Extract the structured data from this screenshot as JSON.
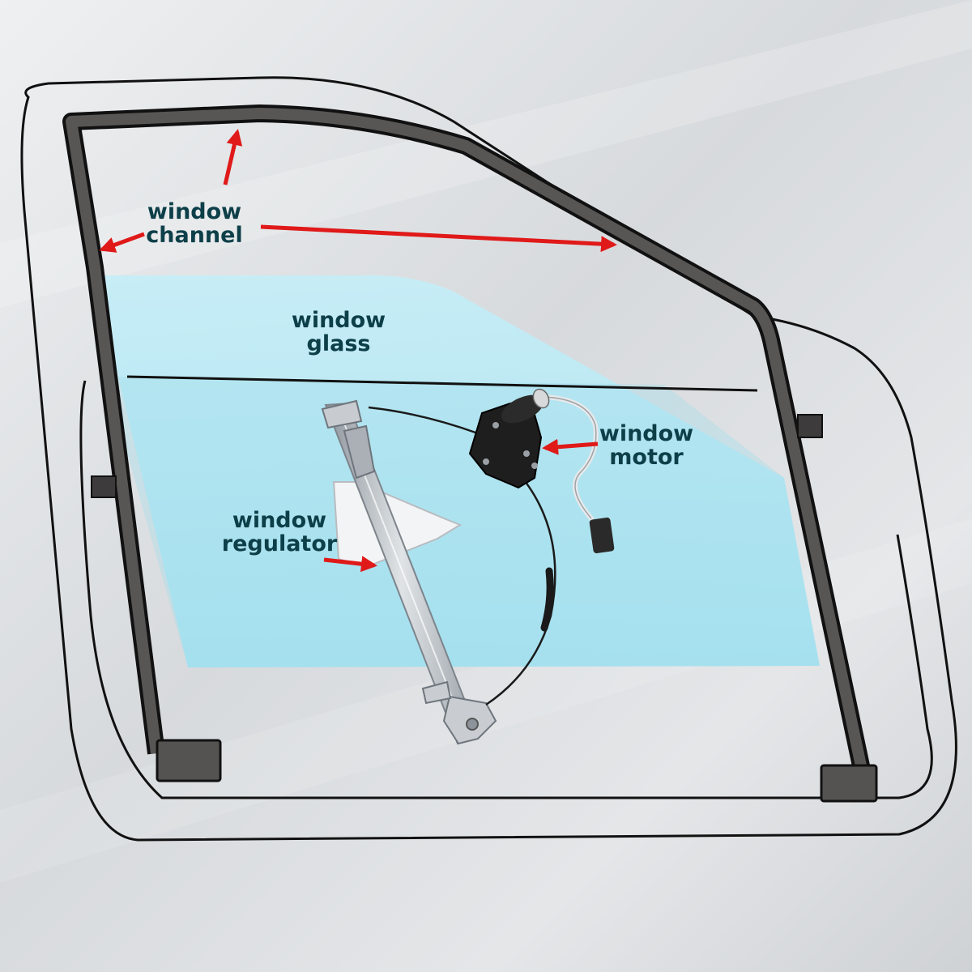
{
  "labels": {
    "window_channel": {
      "line1": "window",
      "line2": "channel"
    },
    "window_glass": {
      "line1": "window",
      "line2": "glass"
    },
    "window_motor": {
      "line1": "window",
      "line2": "motor"
    },
    "window_regulator": {
      "line1": "window",
      "line2": "regulator"
    }
  },
  "colors": {
    "background": "#d9dcdf",
    "outline": "#111111",
    "channel_fill": "#575454",
    "glass": "#a9e4f2",
    "arrow": "#e01919",
    "label_text": "#0d3f49",
    "regulator_metal": "#b9bec4",
    "motor_body": "#1e1e1e"
  }
}
